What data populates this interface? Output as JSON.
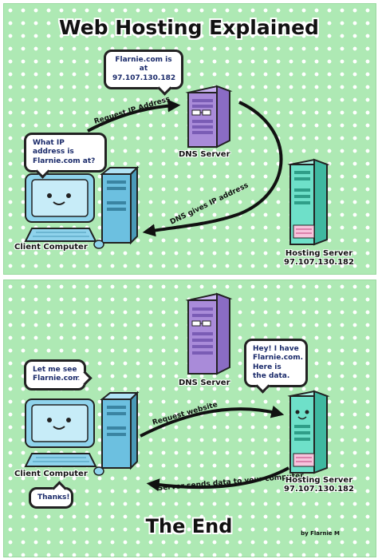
{
  "title": "Web Hosting Explained",
  "ending": "The End",
  "credit": "by Flarnie M",
  "panel1": {
    "dns_bubble_line1": "Flarnie.com is at",
    "dns_bubble_line2": "97.107.130.182",
    "client_bubble_line1": "What IP address is",
    "client_bubble_line2": "Flarnie.com at?",
    "arrow_request": "Request IP Address",
    "arrow_dns": "DNS gives IP address",
    "dns_label": "DNS Server",
    "client_label": "Client Computer",
    "hosting_label": "Hosting Server",
    "hosting_ip": "97.107.130.182"
  },
  "panel2": {
    "client_bubble_line1": "Let me see",
    "client_bubble_line2": "Flarnie.com",
    "hosting_bubble_line1": "Hey!  I have",
    "hosting_bubble_line2": "Flarnie.com.",
    "hosting_bubble_line3": "Here is",
    "hosting_bubble_line4": "the data.",
    "arrow_request": "Request website",
    "arrow_send": "Server sends data to your computer",
    "dns_label": "DNS Server",
    "client_label": "Client Computer",
    "hosting_label": "Hosting Server",
    "hosting_ip": "97.107.130.182",
    "thanks": "Thanks!"
  },
  "colors": {
    "panel_green": "#aee9b4",
    "dns_purple": "#a98bd9",
    "client_blue": "#8fd3ec",
    "hosting_teal": "#6ee0c9"
  }
}
